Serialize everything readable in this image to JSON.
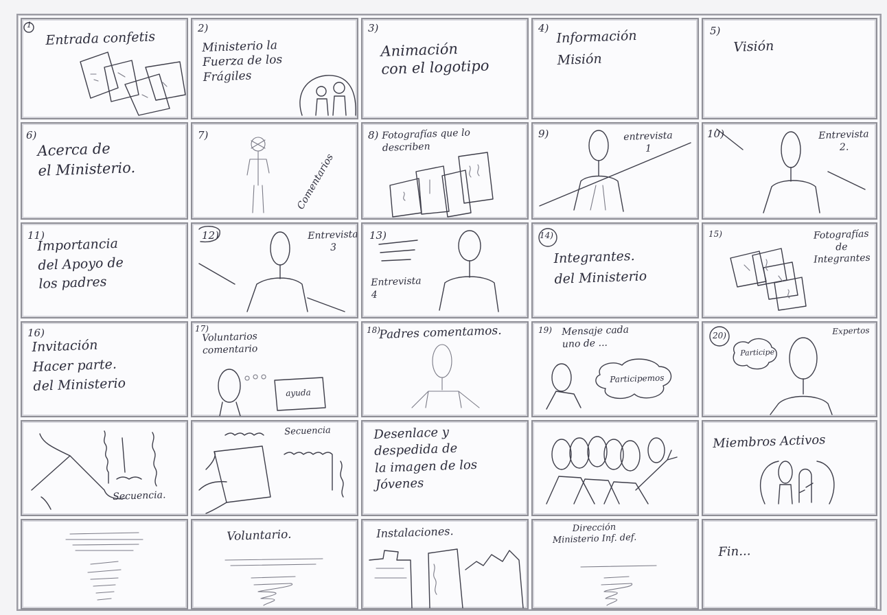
{
  "panels": {
    "p1": {
      "num": "1",
      "text": "Entrada confetis"
    },
    "p2": {
      "num": "2)",
      "text": "Ministerio la\nFuerza de los\nFrágiles"
    },
    "p3": {
      "num": "3)",
      "text": "Animación\ncon el logotipo"
    },
    "p4": {
      "num": "4)",
      "text": "Información\nMisión"
    },
    "p5": {
      "num": "5)",
      "text": "Visión"
    },
    "p6": {
      "num": "6)",
      "text": "Acerca de\nel Ministerio."
    },
    "p7": {
      "num": "7)",
      "text": "Comentarios"
    },
    "p8": {
      "num": "8)",
      "text": "Fotografías que lo\ndescriben"
    },
    "p9": {
      "num": "9)",
      "text": "entrevista\n1"
    },
    "p10": {
      "num": "10)",
      "text": "Entrevista\n2."
    },
    "p11": {
      "num": "11)",
      "text": "Importancia\ndel Apoyo de\nlos padres"
    },
    "p12": {
      "num": "12)",
      "text": "Entrevista\n3"
    },
    "p13": {
      "num": "13)",
      "text": "Entrevista\n4"
    },
    "p14": {
      "num": "14)",
      "text": "Integrantes.\ndel Ministerio"
    },
    "p15": {
      "num": "15)",
      "text": "Fotografías\nde Integrantes"
    },
    "p16": {
      "num": "16)",
      "text": "Invitación\nHacer parte.\ndel Ministerio"
    },
    "p17": {
      "num": "17)",
      "text": "Voluntarios\ncomentario",
      "bubble": "ayuda"
    },
    "p18": {
      "num": "18)",
      "text": "Padres comentamos."
    },
    "p19": {
      "num": "19)",
      "text": "Mensaje cada\nuno de ...",
      "bubble": "Participemos"
    },
    "p20": {
      "num": "20)",
      "text": "Expertos",
      "bubble": "Participe"
    },
    "p21": {
      "text": "Secuencia."
    },
    "p22": {
      "text": "Secuencia"
    },
    "p23": {
      "text": "Desenlace y\ndespedida de\nla imagen de los\nJóvenes"
    },
    "p24": {
      "text": ""
    },
    "p25": {
      "text": "Miembros Activos"
    },
    "p26": {
      "text": ""
    },
    "p27": {
      "text": "Voluntario."
    },
    "p28": {
      "text": "Instalaciones."
    },
    "p29": {
      "text": "Dirección\nMinisterio Inf. def."
    },
    "p30": {
      "text": "Fin..."
    }
  },
  "colors": {
    "paper": "#f8f8fa",
    "frame": "#8e8e96",
    "pencil": "#3e3e4a"
  }
}
